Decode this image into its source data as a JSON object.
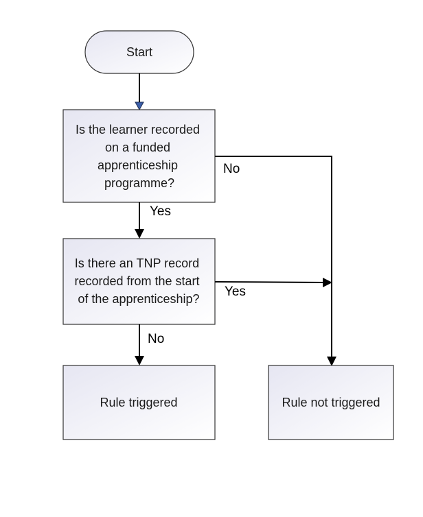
{
  "nodes": {
    "start": {
      "label": "Start"
    },
    "q1": {
      "lines": [
        "Is the learner recorded",
        "on a funded",
        "apprenticeship",
        "programme?"
      ]
    },
    "q2": {
      "lines": [
        "Is there an TNP record",
        "recorded from the start",
        "of the apprenticeship?"
      ]
    },
    "triggered": {
      "label": "Rule triggered"
    },
    "not_triggered": {
      "label": "Rule not triggered"
    }
  },
  "edges": {
    "q1_yes": "Yes",
    "q1_no": "No",
    "q2_yes": "Yes",
    "q2_no": "No"
  },
  "colors": {
    "box_fill_start": "#e6e6f2",
    "box_fill_end": "#ffffff",
    "box_border": "#333333",
    "line": "#000000",
    "start_arrow": "#3b5ea8"
  }
}
